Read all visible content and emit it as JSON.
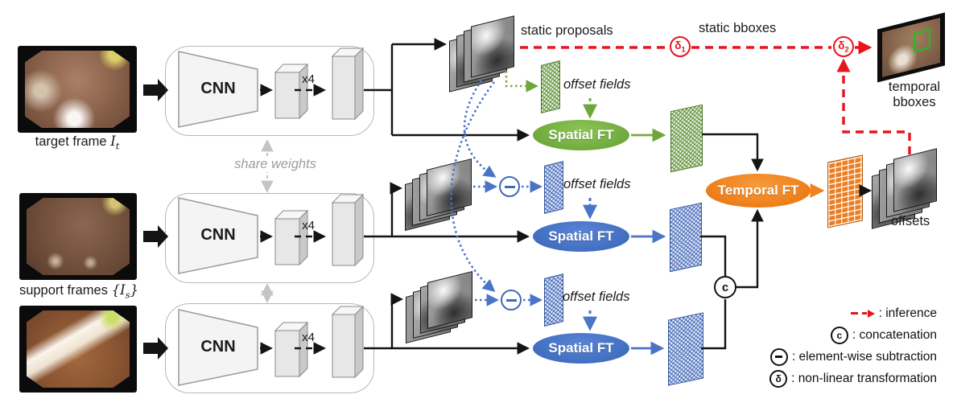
{
  "frames": {
    "target_label": "target frame",
    "target_base": "I",
    "target_sub": "t",
    "support_label": "support frames",
    "brace_open": "{",
    "support_base": "I",
    "support_sub": "s",
    "brace_close": "}"
  },
  "encoder": {
    "cnn": "CNN",
    "x4": "x4",
    "share_weights": "share weights"
  },
  "flow": {
    "static_proposals": "static proposals",
    "static_bboxes": "static bboxes",
    "offset_fields": "offset fields",
    "spatial_ft": "Spatial FT",
    "temporal_ft": "Temporal FT",
    "offsets": "offsets",
    "temporal_bboxes_line1": "temporal",
    "temporal_bboxes_line2": "bboxes"
  },
  "symbols": {
    "delta": "δ",
    "delta1_sub": "1",
    "delta2_sub": "2",
    "concat": "c"
  },
  "legend": {
    "inference": ": inference",
    "concatenation": ": concatenation",
    "subtraction": ": element-wise subtraction",
    "transformation": ": non-linear transformation"
  },
  "colors": {
    "green": "#76b043",
    "blue": "#4472c4",
    "orange": "#f0821e",
    "red": "#e8141c"
  }
}
